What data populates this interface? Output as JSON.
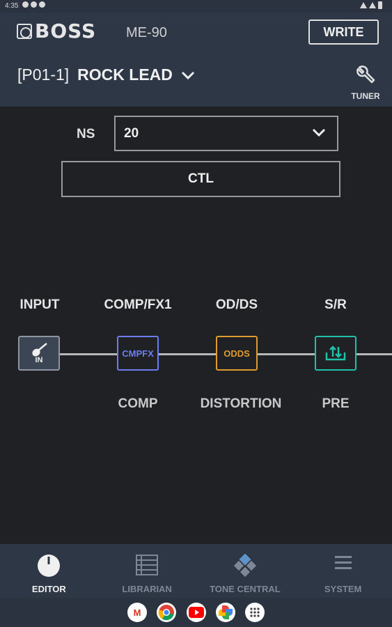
{
  "status_bar": {
    "time": "4:35"
  },
  "header": {
    "brand": "BOSS",
    "model": "ME-90",
    "write_label": "WRITE",
    "patch_number": "[P01-1]",
    "patch_name": "ROCK LEAD",
    "tuner_label": "TUNER"
  },
  "ns": {
    "label": "NS",
    "value": "20"
  },
  "ctl": {
    "label": "CTL"
  },
  "chain": {
    "line_color": "#b8b8b8",
    "blocks": [
      {
        "label": "INPUT",
        "icon": "guitar-icon",
        "badge": "IN",
        "sub": ""
      },
      {
        "label": "COMP/FX1",
        "box_text": "CMPFX",
        "sub": "COMP",
        "color": "#6d7cf0"
      },
      {
        "label": "OD/DS",
        "box_text": "ODDS",
        "sub": "DISTORTION",
        "color": "#e09a2e"
      },
      {
        "label": "S/R",
        "icon": "send-return-icon",
        "sub": "PRE",
        "color": "#1fc2a9"
      }
    ]
  },
  "bottom_nav": [
    {
      "label": "EDITOR",
      "icon": "knob-icon",
      "active": true
    },
    {
      "label": "LIBRARIAN",
      "icon": "list-icon",
      "active": false
    },
    {
      "label": "TONE CENTRAL",
      "icon": "tone-central-icon",
      "active": false
    },
    {
      "label": "SYSTEM",
      "icon": "menu-icon",
      "active": false
    }
  ],
  "dock": [
    {
      "icon": "gmail-icon",
      "glyph": "M",
      "color": "#d93025"
    },
    {
      "icon": "chrome-icon",
      "color": "#4285f4"
    },
    {
      "icon": "youtube-icon",
      "color": "#ff0000"
    },
    {
      "icon": "photos-icon",
      "color": "#fbbc04"
    },
    {
      "icon": "app-drawer-icon",
      "color": "#3c4043"
    }
  ]
}
